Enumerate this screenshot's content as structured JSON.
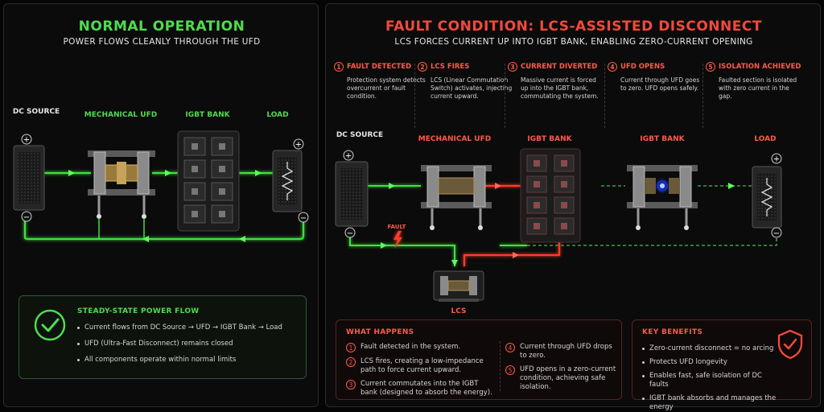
{
  "normal": {
    "title": "NORMAL OPERATION",
    "subtitle": "POWER FLOWS CLEANLY THROUGH THE UFD",
    "labels": {
      "dc_source": "DC SOURCE",
      "ufd": "MECHANICAL UFD",
      "igbt": "IGBT BANK",
      "load": "LOAD",
      "plus": "+",
      "minus": "−"
    },
    "status": {
      "heading": "STEADY-STATE POWER FLOW",
      "items": [
        "Current flows from DC Source → UFD → IGBT Bank → Load",
        "UFD (Ultra-Fast Disconnect) remains closed",
        "All components operate within normal limits"
      ]
    }
  },
  "fault": {
    "title": "FAULT CONDITION: LCS-ASSISTED DISCONNECT",
    "subtitle": "LCS FORCES CURRENT UP INTO IGBT BANK, ENABLING ZERO-CURRENT OPENING",
    "steps": [
      {
        "num": "1",
        "title": "FAULT DETECTED",
        "text": "Protection system detects overcurrent or fault condition."
      },
      {
        "num": "2",
        "title": "LCS FIRES",
        "text": "LCS (Linear Commutation Switch) activates, injecting current upward."
      },
      {
        "num": "3",
        "title": "CURRENT DIVERTED",
        "text": "Massive current is forced up into the IGBT bank, commutating the system."
      },
      {
        "num": "4",
        "title": "UFD OPENS",
        "text": "Current through UFD goes to zero. UFD opens safely."
      },
      {
        "num": "5",
        "title": "ISOLATION ACHIEVED",
        "text": "Faulted section is isolated with zero current in the gap."
      }
    ],
    "labels": {
      "dc_source": "DC SOURCE",
      "ufd": "MECHANICAL UFD",
      "igbt1": "IGBT BANK",
      "igbt2": "IGBT BANK",
      "load": "LOAD",
      "fault": "FAULT",
      "lcs": "LCS",
      "plus": "+",
      "minus": "−"
    },
    "what_happens": {
      "heading": "WHAT HAPPENS",
      "left": [
        {
          "num": "1",
          "text": "Fault detected in the system."
        },
        {
          "num": "2",
          "text": "LCS fires, creating a low-impedance path to force current upward."
        },
        {
          "num": "3",
          "text": "Current commutates into the IGBT bank (designed to absorb the energy)."
        }
      ],
      "right": [
        {
          "num": "4",
          "text": "Current through UFD drops to zero."
        },
        {
          "num": "5",
          "text": "UFD opens in a zero-current condition, achieving safe isolation."
        }
      ]
    },
    "benefits": {
      "heading": "KEY BENEFITS",
      "items": [
        "Zero-current disconnect = no arcing",
        "Protects UFD longevity",
        "Enables fast, safe isolation of DC faults",
        "IGBT bank absorbs and manages the energy"
      ]
    }
  },
  "colors": {
    "green": "#4fdc4f",
    "red": "#f04a3c",
    "panel": "#0b0b0b"
  }
}
